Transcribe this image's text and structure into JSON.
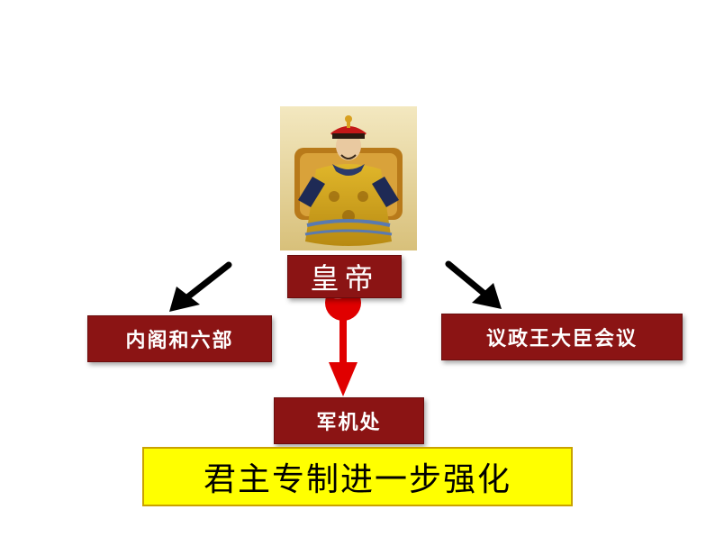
{
  "nodes": {
    "emperor": "皇帝",
    "cabinet_and_ministries": "内阁和六部",
    "deliberative_council": "议政王大臣会议",
    "grand_council": "军机处"
  },
  "conclusion": "君主专制进一步强化",
  "colors": {
    "box_fill": "#8b1414",
    "arrow_black": "#000000",
    "arrow_red": "#e00000",
    "conclusion_fill": "#ffff00"
  },
  "icons": {
    "portrait": "emperor-portrait-icon"
  }
}
